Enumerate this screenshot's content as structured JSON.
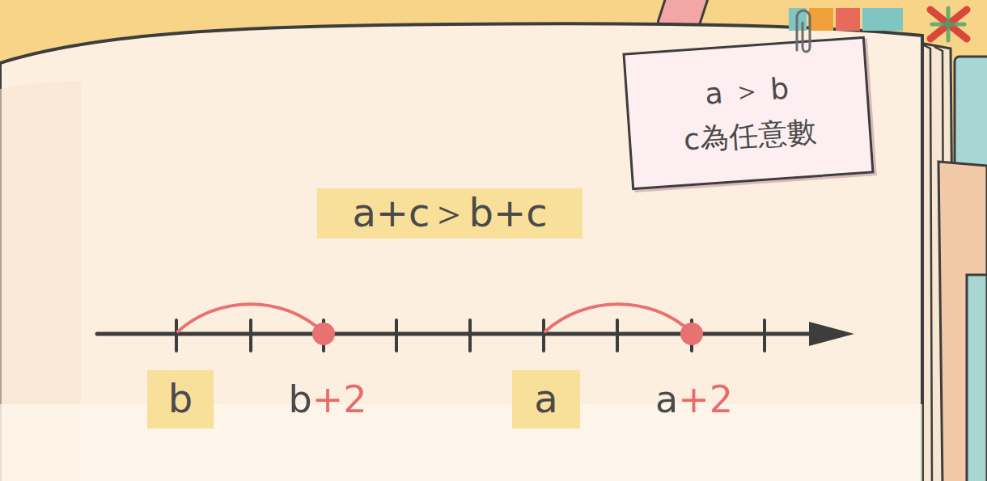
{
  "diagram": {
    "nodes": [
      {
        "text": [
          "a ＞ b",
          "c為任意數"
        ]
      },
      {
        "text": [
          "a+c＞b+c"
        ]
      },
      {
        "text": [
          "b"
        ]
      },
      {
        "text": [
          "a"
        ]
      }
    ],
    "labels": [
      "b+2",
      "a+2"
    ]
  }
}
